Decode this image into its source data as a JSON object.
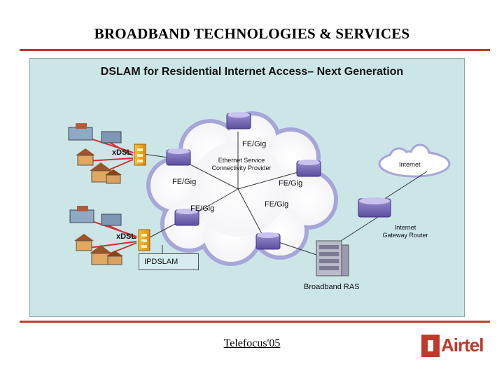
{
  "slide": {
    "title": "BROADBAND TECHNOLOGIES & SERVICES",
    "footer": "Telefocus'05",
    "logo": "Airtel",
    "accent_color": "#c0392b",
    "panel_color": "#cce6e8"
  },
  "diagram": {
    "title": "DSLAM for Residential Internet Access– Next Generation",
    "cloud_label": "Ethernet Service\nConnectivity Provider",
    "internet_label": "Internet",
    "gateway_label": "Internet\nGateway Router",
    "ras_label": "Broadband RAS",
    "ipdslam_label": "IPDSLAM",
    "xdsl_top": "xDSL",
    "xdsl_bottom": "xDSL",
    "link_labels": {
      "top": "FE/Gig",
      "left": "FE/Gig",
      "right": "FE/Gig",
      "lower_left": "FE/Gig",
      "lower_right": "FE/Gig"
    },
    "icons": [
      "router-icon",
      "dslam-icon",
      "house-icon",
      "office-building-icon",
      "cloud-icon",
      "rack-server-icon"
    ]
  }
}
